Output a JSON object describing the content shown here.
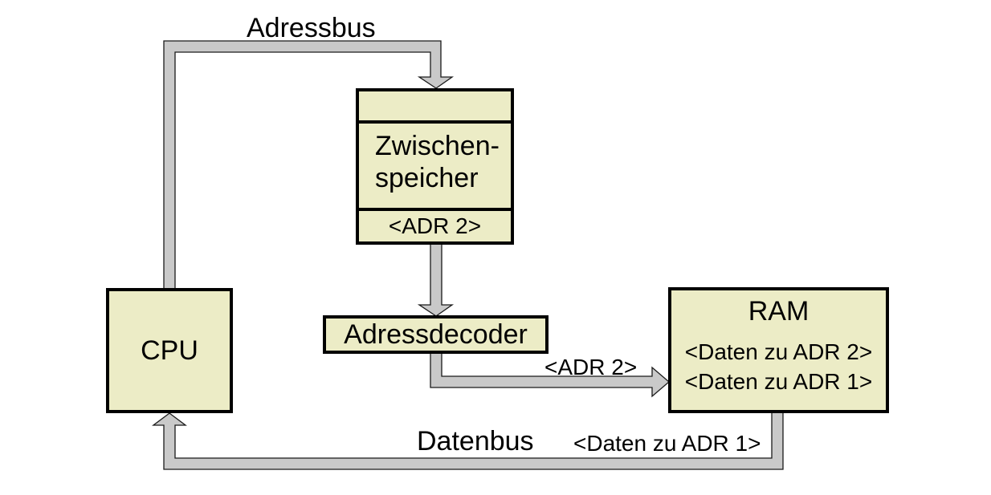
{
  "diagram": {
    "labels": {
      "adressbus": "Adressbus",
      "datenbus": "Datenbus",
      "adr2_on_bus": "<ADR 2>",
      "daten_zu_adr1_on_bus": "<Daten zu ADR 1>"
    },
    "nodes": {
      "cpu": {
        "label": "CPU"
      },
      "zwischenspeicher": {
        "name_line1": "Zwischen-",
        "name_line2": "speicher",
        "register_value": "<ADR 2>"
      },
      "adressdecoder": {
        "label": "Adressdecoder"
      },
      "ram": {
        "label": "RAM",
        "cells": [
          "<Daten zu ADR 2>",
          "<Daten zu ADR 1>"
        ]
      }
    },
    "colors": {
      "background": "#ffffff",
      "box_fill": "#ececc6",
      "box_border": "#000000",
      "bus_fill": "#c9c9c9",
      "bus_border": "#1a1a1a"
    }
  }
}
